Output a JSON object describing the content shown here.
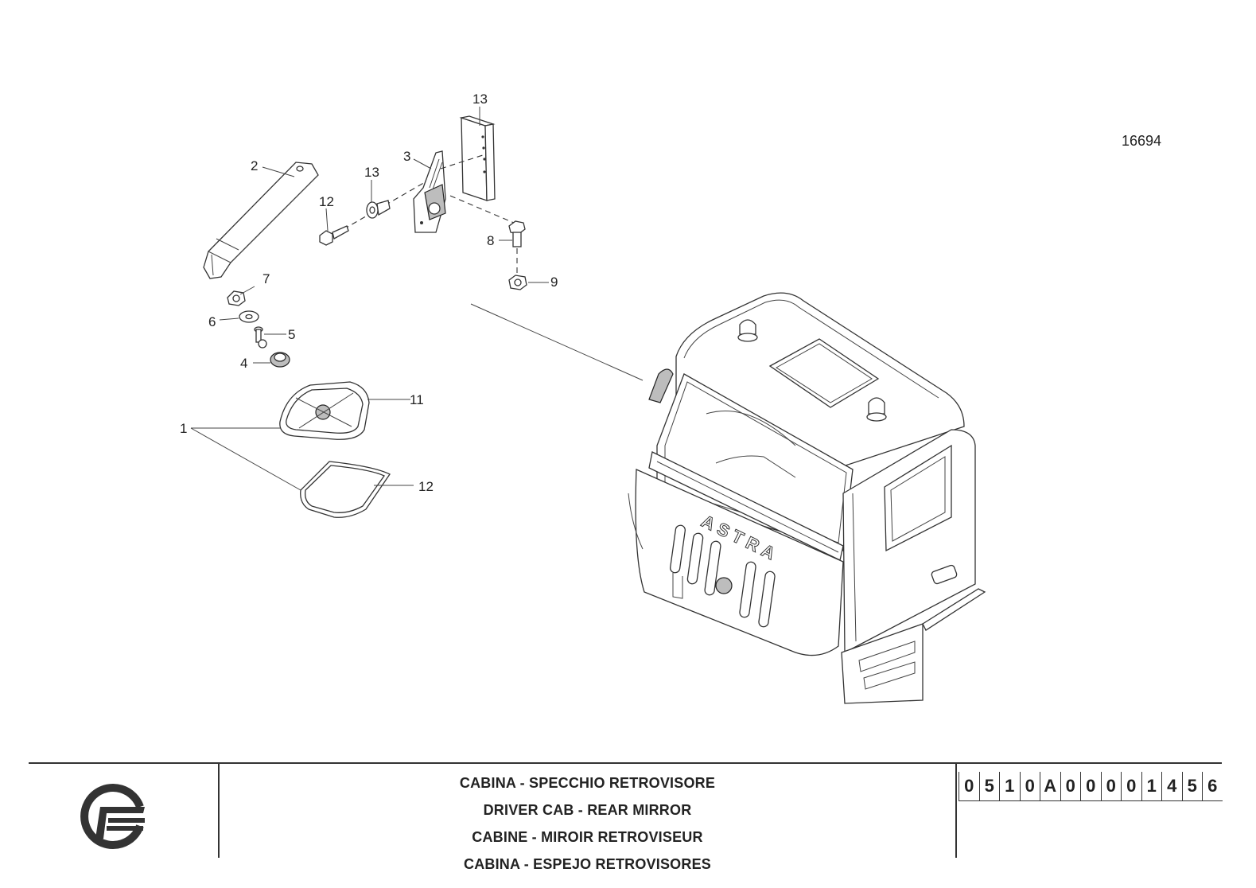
{
  "figure_number": "16694",
  "callouts": [
    "1",
    "2",
    "3",
    "4",
    "5",
    "6",
    "7",
    "8",
    "9",
    "11",
    "12",
    "12",
    "13",
    "13"
  ],
  "cab_brand_text": "ASTRA",
  "title_lines": [
    "CABINA - SPECCHIO RETROVISORE",
    "DRIVER CAB - REAR MIRROR",
    "CABINE - MIROIR RETROVISEUR",
    "CABINA - ESPEJO  RETROVISORES"
  ],
  "code_digits": [
    "0",
    "5",
    "1",
    "0",
    "A",
    "0",
    "0",
    "0",
    "0",
    "1",
    "4",
    "5",
    "6"
  ],
  "logo_icon": "company-logo-icon"
}
